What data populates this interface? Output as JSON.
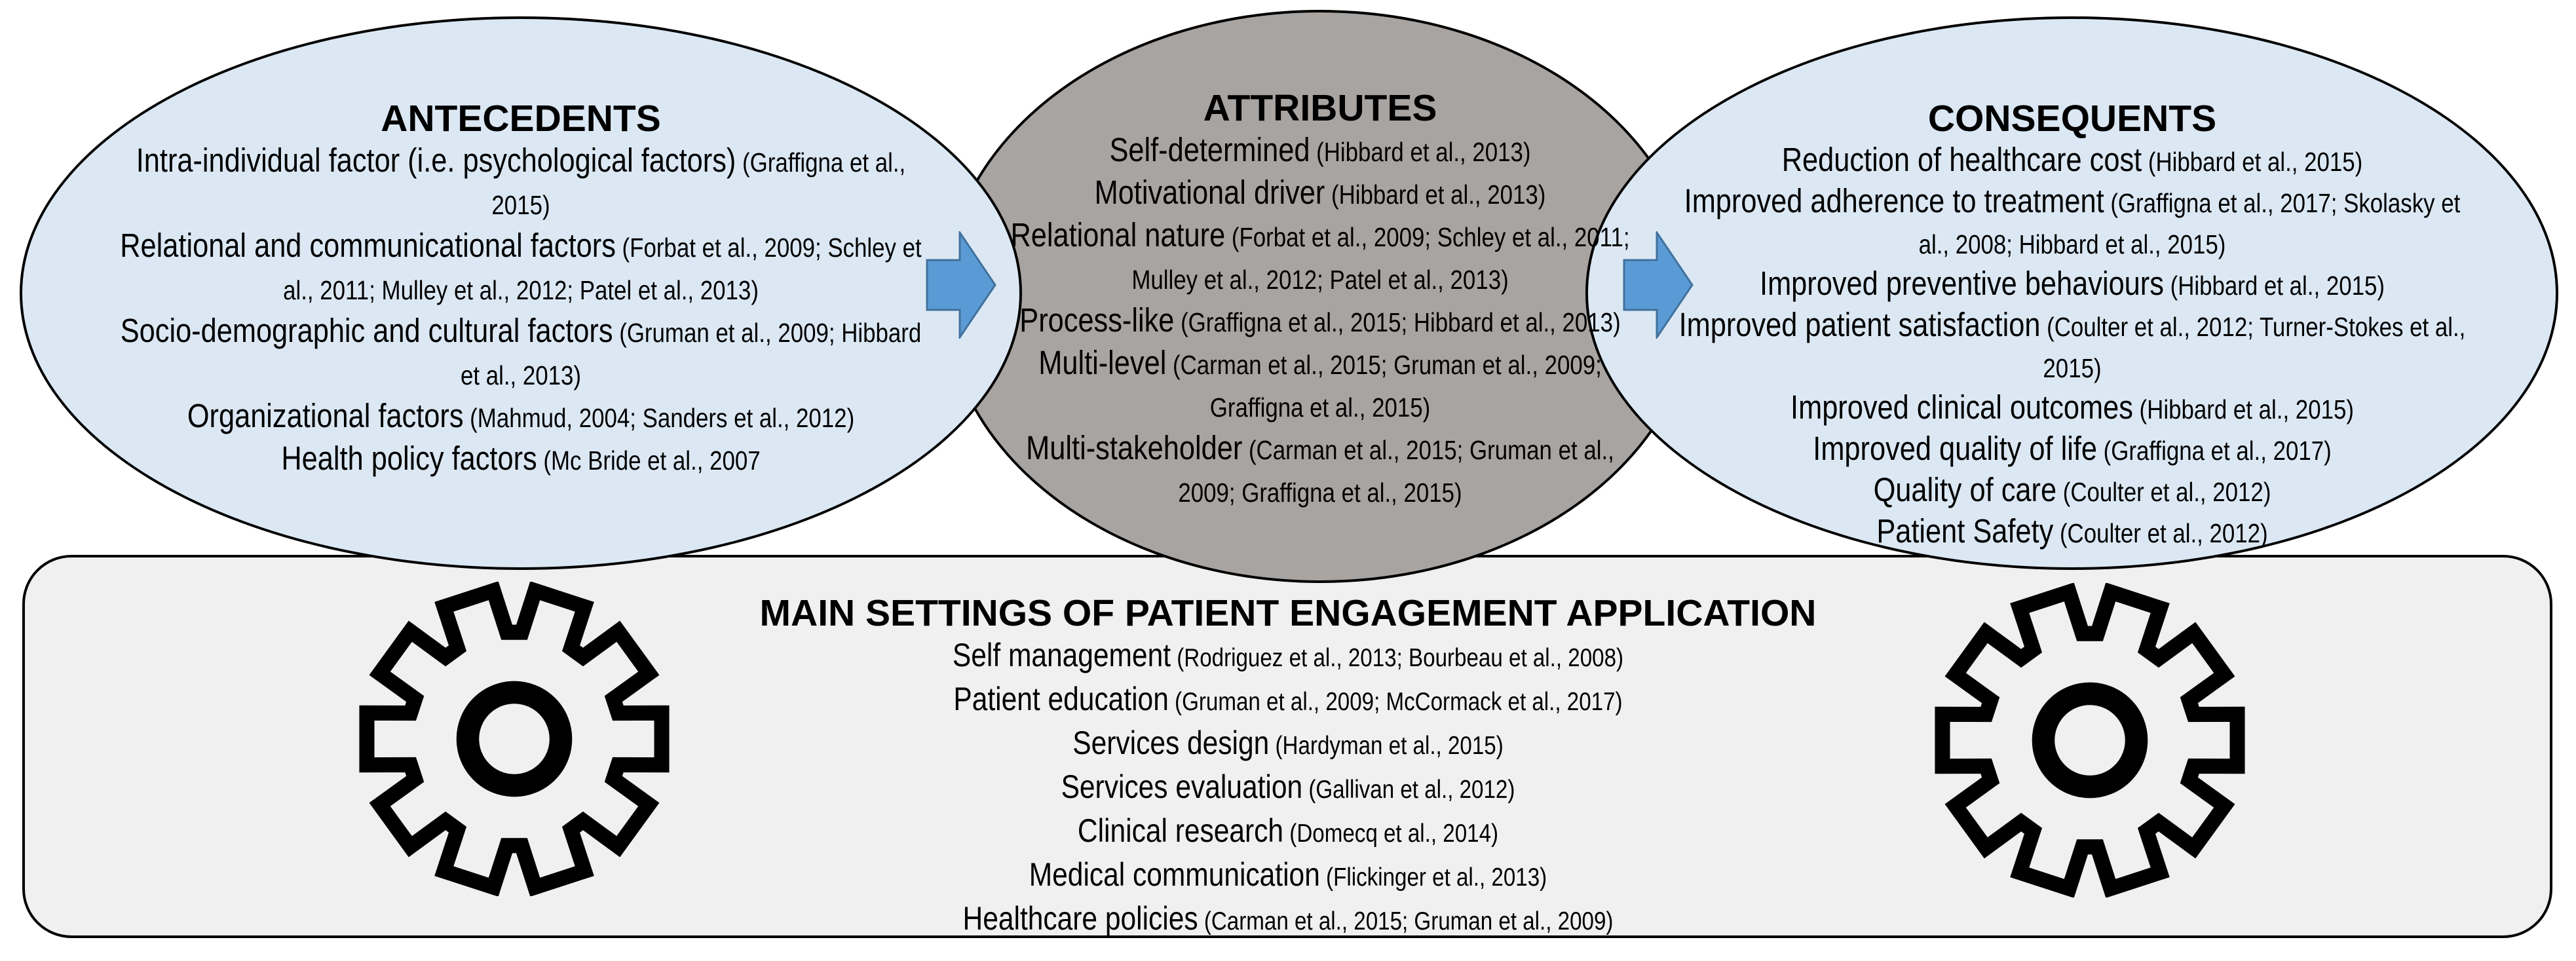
{
  "colors": {
    "ellipse-blue": "#dbe8f4",
    "ellipse-gray": "#a8a4a2",
    "box-fill": "#f0f0f0",
    "outline": "#000000",
    "arrow-fill": "#5b9bd5",
    "arrow-border": "#41719c",
    "text": "#000000"
  },
  "icons": {
    "settings_left": "gear-icon",
    "settings_right": "gear-icon",
    "flow_arrows": "right-arrow-icon"
  },
  "ellipses": [
    {
      "id": "antecedents",
      "title": "ANTECEDENTS",
      "items": [
        {
          "term": "Intra-individual factor (i.e. psychological factors)",
          "citation": "(Graffigna et al., 2015)"
        },
        {
          "term": "Relational and communicational factors",
          "citation": "(Forbat et al., 2009; Schley et al., 2011; Mulley et al., 2012; Patel et al., 2013)"
        },
        {
          "term": "Socio-demographic and cultural factors",
          "citation": "(Gruman et al., 2009; Hibbard et al., 2013)"
        },
        {
          "term": "Organizational factors",
          "citation": "(Mahmud, 2004; Sanders et al., 2012)"
        },
        {
          "term": "Health policy factors",
          "citation": "(Mc Bride et al., 2007"
        }
      ]
    },
    {
      "id": "attributes",
      "title": "ATTRIBUTES",
      "items": [
        {
          "term": "Self-determined",
          "citation": "(Hibbard et al., 2013)"
        },
        {
          "term": "Motivational driver",
          "citation": "(Hibbard et al., 2013)"
        },
        {
          "term": "Relational nature",
          "citation": "(Forbat et al., 2009; Schley et al., 2011; Mulley et al., 2012; Patel et al., 2013)"
        },
        {
          "term": "Process-like",
          "citation": "(Graffigna et al., 2015; Hibbard et al., 2013)"
        },
        {
          "term": "Multi-level",
          "citation": "(Carman et al., 2015; Gruman et al., 2009; Graffigna et al., 2015)"
        },
        {
          "term": "Multi-stakeholder",
          "citation": "(Carman et al., 2015; Gruman et al., 2009; Graffigna et al., 2015)"
        }
      ]
    },
    {
      "id": "consequents",
      "title": "CONSEQUENTS",
      "items": [
        {
          "term": "Reduction of healthcare cost",
          "citation": "(Hibbard et al., 2015)"
        },
        {
          "term": "Improved adherence to treatment",
          "citation": "(Graffigna et al., 2017; Skolasky et al., 2008; Hibbard et al., 2015)"
        },
        {
          "term": "Improved preventive behaviours",
          "citation": "(Hibbard et al., 2015)"
        },
        {
          "term": "Improved patient satisfaction",
          "citation": "(Coulter et al., 2012; Turner-Stokes et al., 2015)"
        },
        {
          "term": "Improved clinical outcomes",
          "citation": "(Hibbard et al., 2015)"
        },
        {
          "term": "Improved quality of life",
          "citation": "(Graffigna et al., 2017)"
        },
        {
          "term": "Quality of care",
          "citation": "(Coulter et al., 2012)"
        },
        {
          "term": "Patient Safety",
          "citation": "(Coulter et al., 2012)"
        }
      ]
    }
  ],
  "settings_box": {
    "title": "MAIN SETTINGS OF PATIENT ENGAGEMENT APPLICATION",
    "items": [
      {
        "term": "Self management",
        "citation": "(Rodriguez et al., 2013; Bourbeau et al., 2008)"
      },
      {
        "term": "Patient education",
        "citation": "(Gruman et al., 2009; McCormack et al., 2017)"
      },
      {
        "term": "Services design",
        "citation": "(Hardyman et al., 2015)"
      },
      {
        "term": "Services evaluation",
        "citation": "(Gallivan et al., 2012)"
      },
      {
        "term": "Clinical research",
        "citation": "(Domecq et al., 2014)"
      },
      {
        "term": "Medical communication",
        "citation": "(Flickinger et al., 2013)"
      },
      {
        "term": "Healthcare policies",
        "citation": "(Carman et al., 2015; Gruman et al., 2009)"
      }
    ]
  }
}
